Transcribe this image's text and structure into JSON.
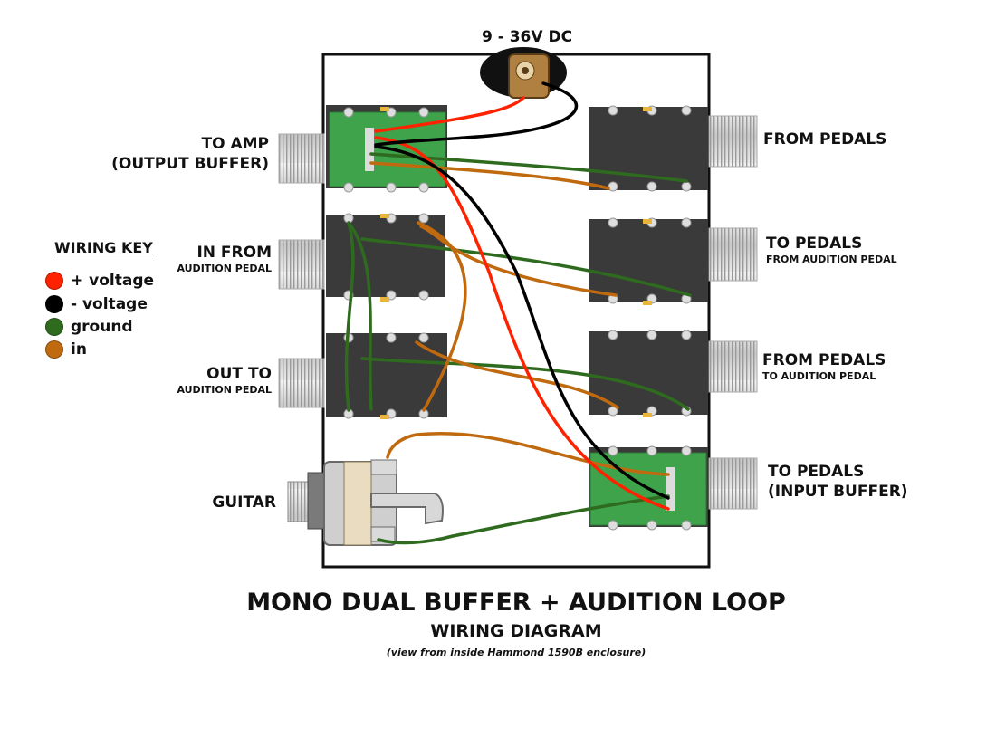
{
  "power_label": "9 - 36V DC",
  "jacks_left": [
    {
      "line1": "TO AMP",
      "line2": "(OUTPUT BUFFER)"
    },
    {
      "line1": "IN FROM",
      "line2": "AUDITION PEDAL"
    },
    {
      "line1": "OUT TO",
      "line2": "AUDITION PEDAL"
    },
    {
      "line1": "GUITAR",
      "line2": ""
    }
  ],
  "jacks_right": [
    {
      "line1": "FROM PEDALS",
      "line2": ""
    },
    {
      "line1": "TO PEDALS",
      "line2": "FROM AUDITION PEDAL"
    },
    {
      "line1": "FROM PEDALS",
      "line2": "TO AUDITION PEDAL"
    },
    {
      "line1": "TO PEDALS",
      "line2": "(INPUT BUFFER)"
    }
  ],
  "wiring_key": {
    "title": "WIRING KEY",
    "items": [
      {
        "label": "+ voltage",
        "color": "#ff2200"
      },
      {
        "label": "- voltage",
        "color": "#000000"
      },
      {
        "label": "ground",
        "color": "#2e6b1f"
      },
      {
        "label": "in",
        "color": "#c06a10"
      }
    ]
  },
  "footer": {
    "title": "MONO DUAL BUFFER + AUDITION LOOP",
    "subtitle": "WIRING DIAGRAM",
    "note": "(view from inside Hammond 1590B enclosure)"
  }
}
